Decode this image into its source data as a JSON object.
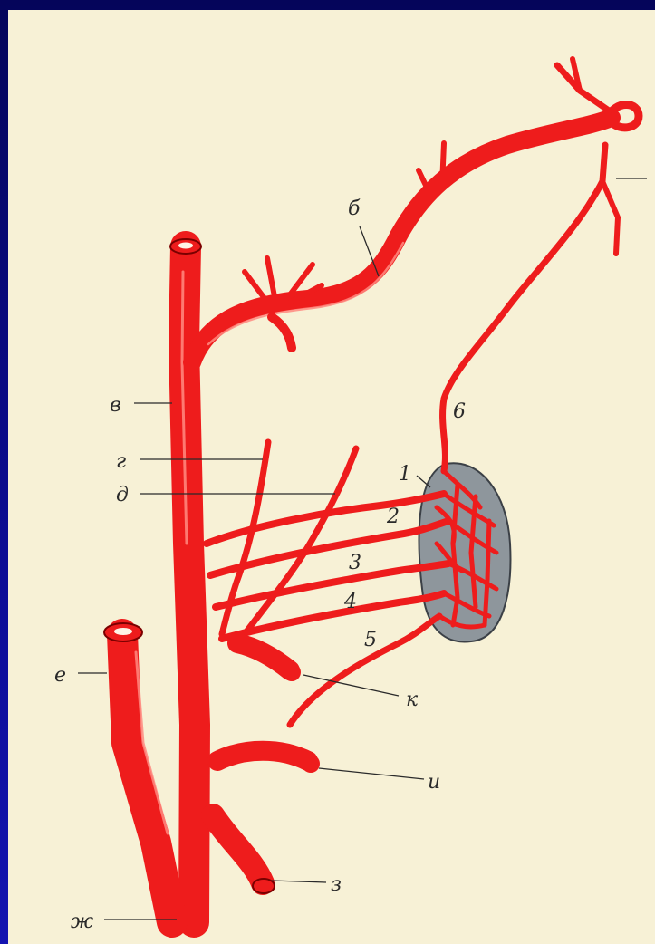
{
  "figure": {
    "background_color": "#0c0c95",
    "paper_color": "#f7f1d6",
    "artery_color": "#ee1c1c",
    "node_color": "#8e969c"
  },
  "labels": {
    "b": "б",
    "v": "в",
    "g": "г",
    "d": "д",
    "e": "е",
    "zh": "ж",
    "z": "з",
    "i": "и",
    "k": "к",
    "six": "6",
    "one": "1",
    "two": "2",
    "three": "3",
    "four": "4",
    "five": "5"
  }
}
